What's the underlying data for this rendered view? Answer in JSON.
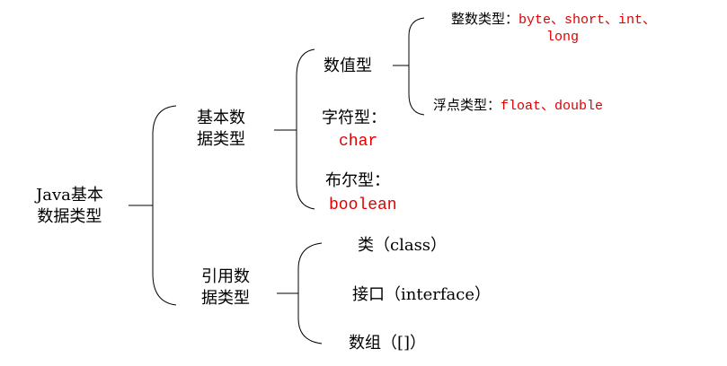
{
  "root": {
    "line1": "Java基本",
    "line2": "数据类型"
  },
  "basic": {
    "label_line1": "基本数",
    "label_line2": "据类型",
    "numeric": {
      "label": "数值型",
      "integer": {
        "label": "整数类型：",
        "values_line1": "byte、short、int、",
        "values_line2": "long"
      },
      "float": {
        "label": "浮点类型：",
        "values": "float、double"
      }
    },
    "char": {
      "label": "字符型：",
      "value": "char"
    },
    "boolean": {
      "label": "布尔型：",
      "value": "boolean"
    }
  },
  "reference": {
    "label_line1": "引用数",
    "label_line2": "据类型",
    "items": [
      "类（class）",
      "接口（interface）",
      "数组（[]）"
    ]
  },
  "colors": {
    "highlight": "#e00000",
    "lines": "#000000"
  }
}
